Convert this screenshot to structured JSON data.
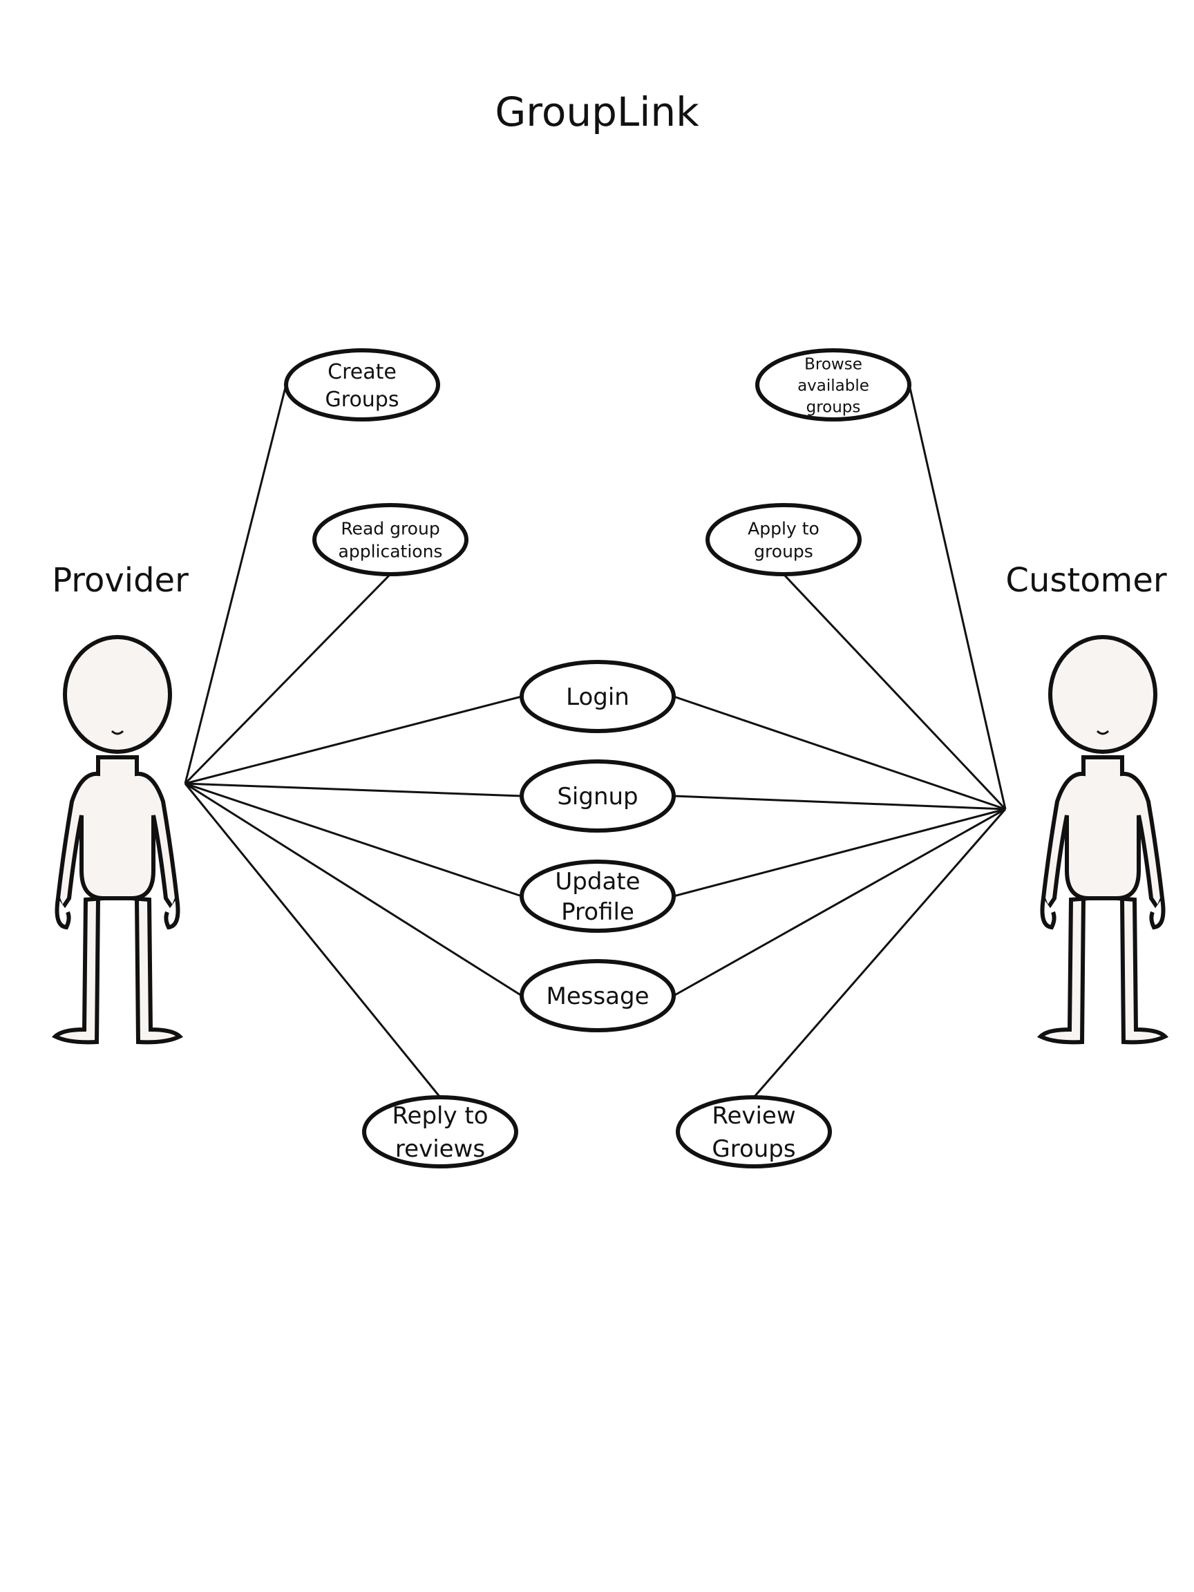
{
  "title": "GroupLink",
  "actors": {
    "provider": "Provider",
    "customer": "Customer"
  },
  "use_cases": {
    "create_groups": [
      "Create",
      "Groups"
    ],
    "read_group_applications": [
      "Read group",
      "applications"
    ],
    "browse_available_groups": [
      "Browse",
      "available",
      "groups"
    ],
    "apply_to_groups": [
      "Apply to",
      "groups"
    ],
    "login": [
      "Login"
    ],
    "signup": [
      "Signup"
    ],
    "update_profile": [
      "Update",
      "Profile"
    ],
    "message": [
      "Message"
    ],
    "reply_to_reviews": [
      "Reply to",
      "reviews"
    ],
    "review_groups": [
      "Review",
      "Groups"
    ]
  },
  "associations": {
    "provider": [
      "create_groups",
      "read_group_applications",
      "login",
      "signup",
      "update_profile",
      "message",
      "reply_to_reviews"
    ],
    "customer": [
      "browse_available_groups",
      "apply_to_groups",
      "login",
      "signup",
      "update_profile",
      "message",
      "review_groups"
    ]
  },
  "icons": {
    "actor": "stick-figure-icon"
  },
  "colors": {
    "line": "#111111",
    "actor_fill": "#f7f4f1",
    "background": "#ffffff"
  }
}
